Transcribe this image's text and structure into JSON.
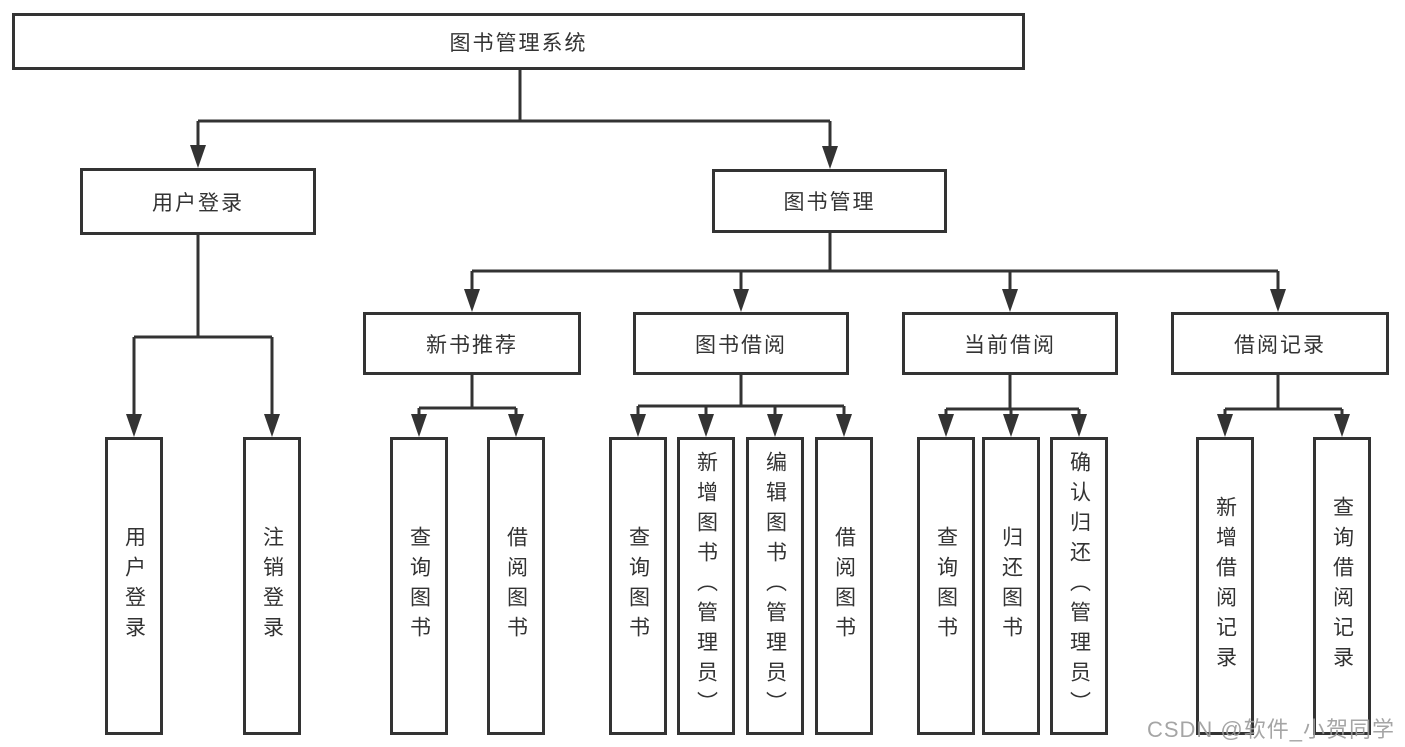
{
  "colors": {
    "line": "#333333",
    "text": "#333333",
    "background": "#ffffff",
    "watermark": "#9c9c9c"
  },
  "nodes": {
    "root": "图书管理系统",
    "user_login": "用户登录",
    "book_mgmt": "图书管理",
    "new_book_rec": "新书推荐",
    "book_borrow": "图书借阅",
    "current_borrow": "当前借阅",
    "borrow_record": "借阅记录",
    "ul_login": "用户登录",
    "ul_logout": "注销登录",
    "nbr_query": "查询图书",
    "nbr_borrow": "借阅图书",
    "bb_query": "查询图书",
    "bb_add": "新增图书（管理员）",
    "bb_edit": "编辑图书（管理员）",
    "bb_borrow": "借阅图书",
    "cb_query": "查询图书",
    "cb_return": "归还图书",
    "cb_confirm": "确认归还（管理员）",
    "br_add": "新增借阅记录",
    "br_query": "查询借阅记录"
  },
  "watermark": "CSDN @软件_小贺同学"
}
